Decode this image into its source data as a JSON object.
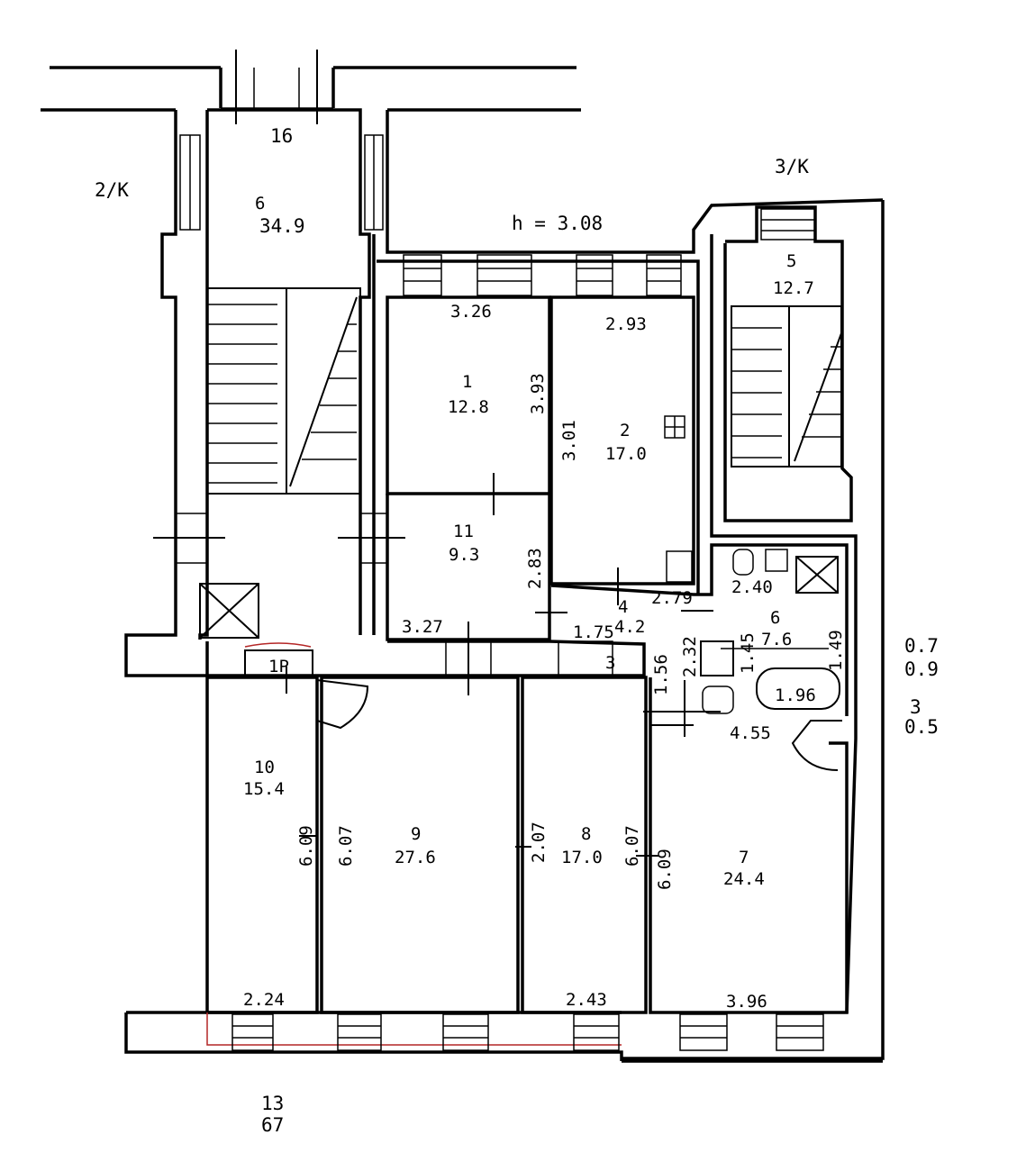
{
  "plan": {
    "top_stair_label": "16",
    "left_block_label": "2/K",
    "right_block_label": "3/K",
    "ceiling_height": "h = 3.08",
    "bottom_note": "13\n67",
    "side_note_1": "0.7\n0.9",
    "side_note_2": "3\n0.5"
  },
  "rooms": {
    "r6_stair": {
      "number": "6",
      "area": "34.9"
    },
    "r5_stair": {
      "number": "5",
      "area": "12.7"
    },
    "r1": {
      "number": "1",
      "area": "12.8",
      "width": "3.26",
      "depth": "3.93"
    },
    "r2": {
      "number": "2",
      "area": "17.0",
      "width": "2.93",
      "depth": "3.01"
    },
    "r11": {
      "number": "11",
      "area": "9.3",
      "width": "3.27",
      "depth": "2.83"
    },
    "r4": {
      "number": "4",
      "area": "4.2",
      "width": "2.79"
    },
    "r6_bath": {
      "number": "6",
      "area": "7.6",
      "width": "2.40",
      "bath": "1.96",
      "depth": "2.32"
    },
    "r3": {
      "number": "3",
      "dim": "1.75"
    },
    "r10": {
      "number": "10",
      "area": "15.4",
      "width": "2.24",
      "depth": "6.09"
    },
    "r9": {
      "number": "9",
      "area": "27.6",
      "depth": "6.07"
    },
    "r8": {
      "number": "8",
      "area": "17.0",
      "width": "2.43",
      "depth_a": "2.07",
      "depth_b": "6.07"
    },
    "r7": {
      "number": "7",
      "area": "24.4",
      "width": "3.96",
      "depth": "6.09"
    },
    "lift": {
      "label": "1P"
    },
    "small_dims": {
      "d_156": "1.56",
      "d_145": "1.45",
      "d_455": "4.55",
      "d_149": "1.49"
    }
  }
}
